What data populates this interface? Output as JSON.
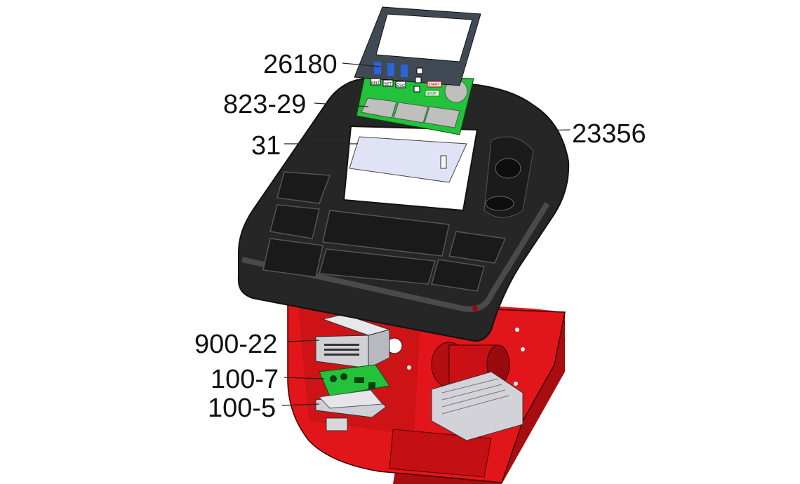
{
  "callouts": {
    "display_overlay": "26180",
    "control_board": "823-29",
    "display_window": "31",
    "top_cover": "23356",
    "power_supply": "900-22",
    "board_upper": "100-7",
    "board_lower": "100-5"
  },
  "display_overlay": {
    "keys": [
      "ENT",
      "SET",
      "ESC"
    ],
    "button_labels": [
      "START",
      "STOP"
    ]
  },
  "colors": {
    "cover": "#262626",
    "cover_edge": "#111111",
    "base": "#e2161a",
    "base_dark": "#a80d10",
    "pcb": "#22c23a",
    "overlay": "#3f4a55",
    "segment": "#2d62d8",
    "metal": "#c9c9cf",
    "window": "#dfe3f5"
  }
}
